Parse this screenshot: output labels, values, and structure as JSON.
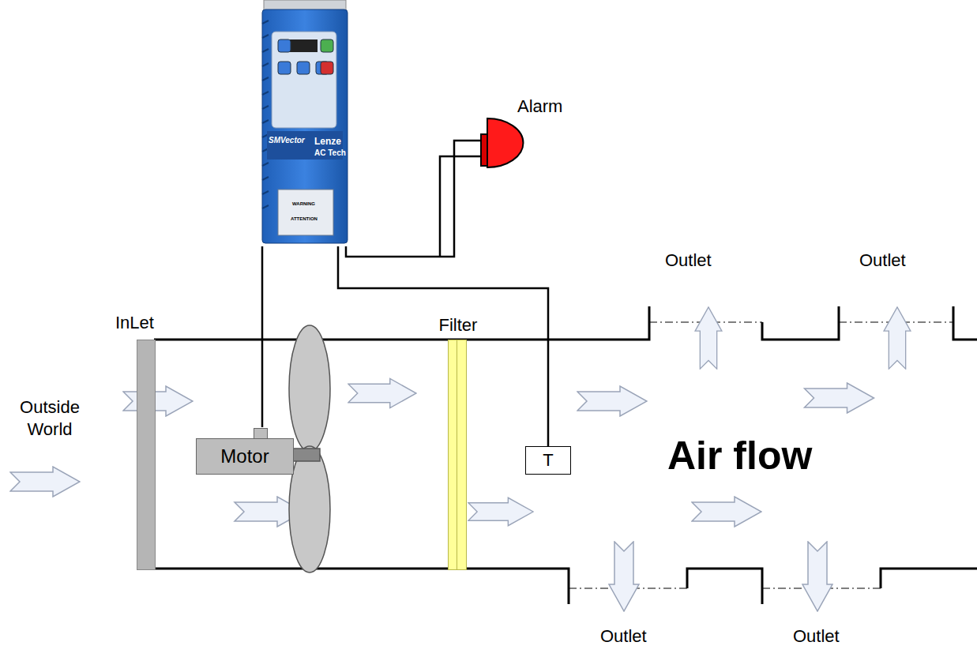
{
  "diagram": {
    "nodes": [
      {
        "text": [
          "SMVector",
          "Lenze",
          "AC Tech",
          "WARNING",
          "ATTENTION"
        ]
      },
      {
        "text": [
          "Alarm"
        ]
      },
      {
        "text": [
          "InLet"
        ]
      },
      {
        "text": [
          "Motor"
        ]
      },
      {
        "text": [
          "Filter"
        ]
      },
      {
        "text": [
          "T"
        ]
      }
    ],
    "edges": [
      {
        "from": 0,
        "to": 3,
        "arrow": "none"
      },
      {
        "from": 0,
        "to": 5,
        "arrow": "none"
      },
      {
        "from": 0,
        "to": 1,
        "arrow": "none"
      }
    ],
    "labels": [
      "Outside World",
      "Air flow",
      "Outlet",
      "Outlet",
      "Outlet",
      "Outlet"
    ]
  }
}
